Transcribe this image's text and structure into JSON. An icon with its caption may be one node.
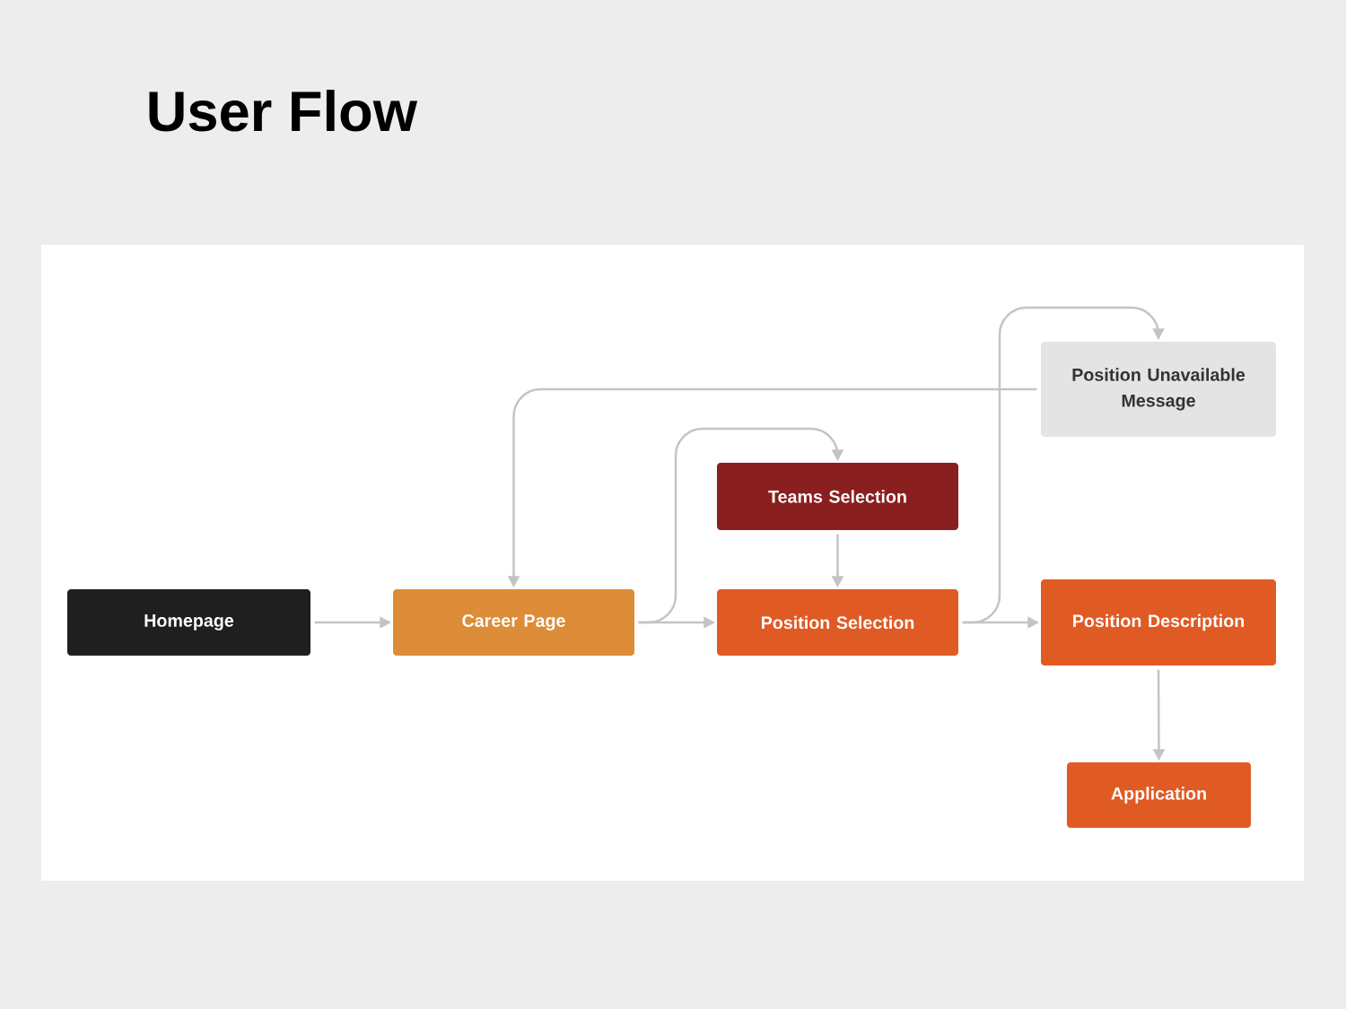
{
  "diagram": {
    "title": "User Flow",
    "nodes": [
      {
        "text": [
          "Position Unavailable Message"
        ]
      },
      {
        "text": [
          "Teams Selection"
        ]
      },
      {
        "text": [
          "Homepage"
        ]
      },
      {
        "text": [
          "Career Page"
        ]
      },
      {
        "text": [
          "Position Selection"
        ]
      },
      {
        "text": [
          "Position Description"
        ]
      },
      {
        "text": [
          "Application"
        ]
      }
    ],
    "edges": [
      {
        "from": 2,
        "to": 3,
        "arrow": "to"
      },
      {
        "from": 3,
        "to": 4,
        "arrow": "to"
      },
      {
        "from": 3,
        "to": 1,
        "arrow": "to"
      },
      {
        "from": 1,
        "to": 4,
        "arrow": "to"
      },
      {
        "from": 4,
        "to": 5,
        "arrow": "to"
      },
      {
        "from": 4,
        "to": 0,
        "arrow": "to"
      },
      {
        "from": 0,
        "to": 3,
        "arrow": "to"
      },
      {
        "from": 5,
        "to": 6,
        "arrow": "to"
      }
    ]
  }
}
